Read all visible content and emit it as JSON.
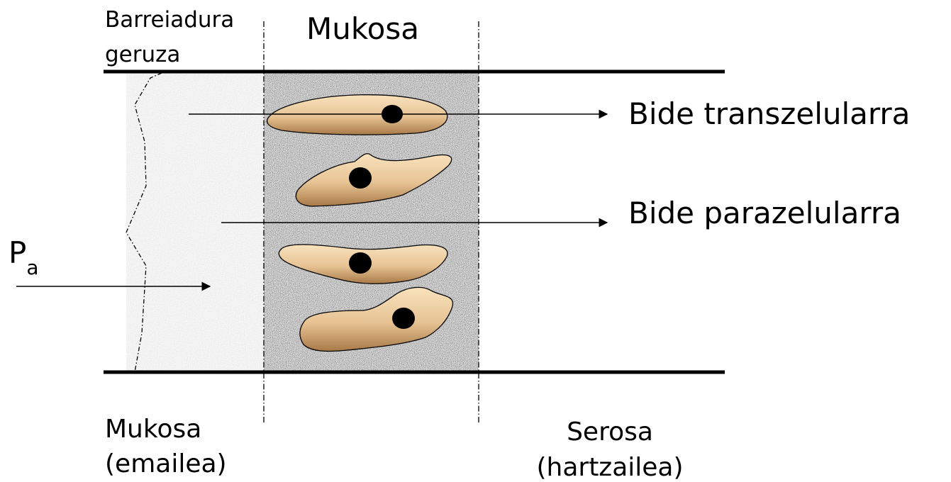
{
  "labels": {
    "diffusion_layer_line1": "Barreiadura",
    "diffusion_layer_line2": "geruza",
    "mucosa_title": "Mukosa",
    "transcellular": "Bide transzelularra",
    "paracellular": "Bide parazelularra",
    "pa_main": "P",
    "pa_sub": "a",
    "donor_line1": "Mukosa",
    "donor_line2": "(emailea)",
    "receiver_line1": "Serosa",
    "receiver_line2": "(hartzailea)"
  },
  "colors": {
    "diffusion_layer": "#ececec",
    "mucosa_fill": "#8e8e8e",
    "cell_light": "#f5d9ad",
    "cell_dark": "#b58a55",
    "nucleus": "#000000",
    "line": "#000000"
  }
}
